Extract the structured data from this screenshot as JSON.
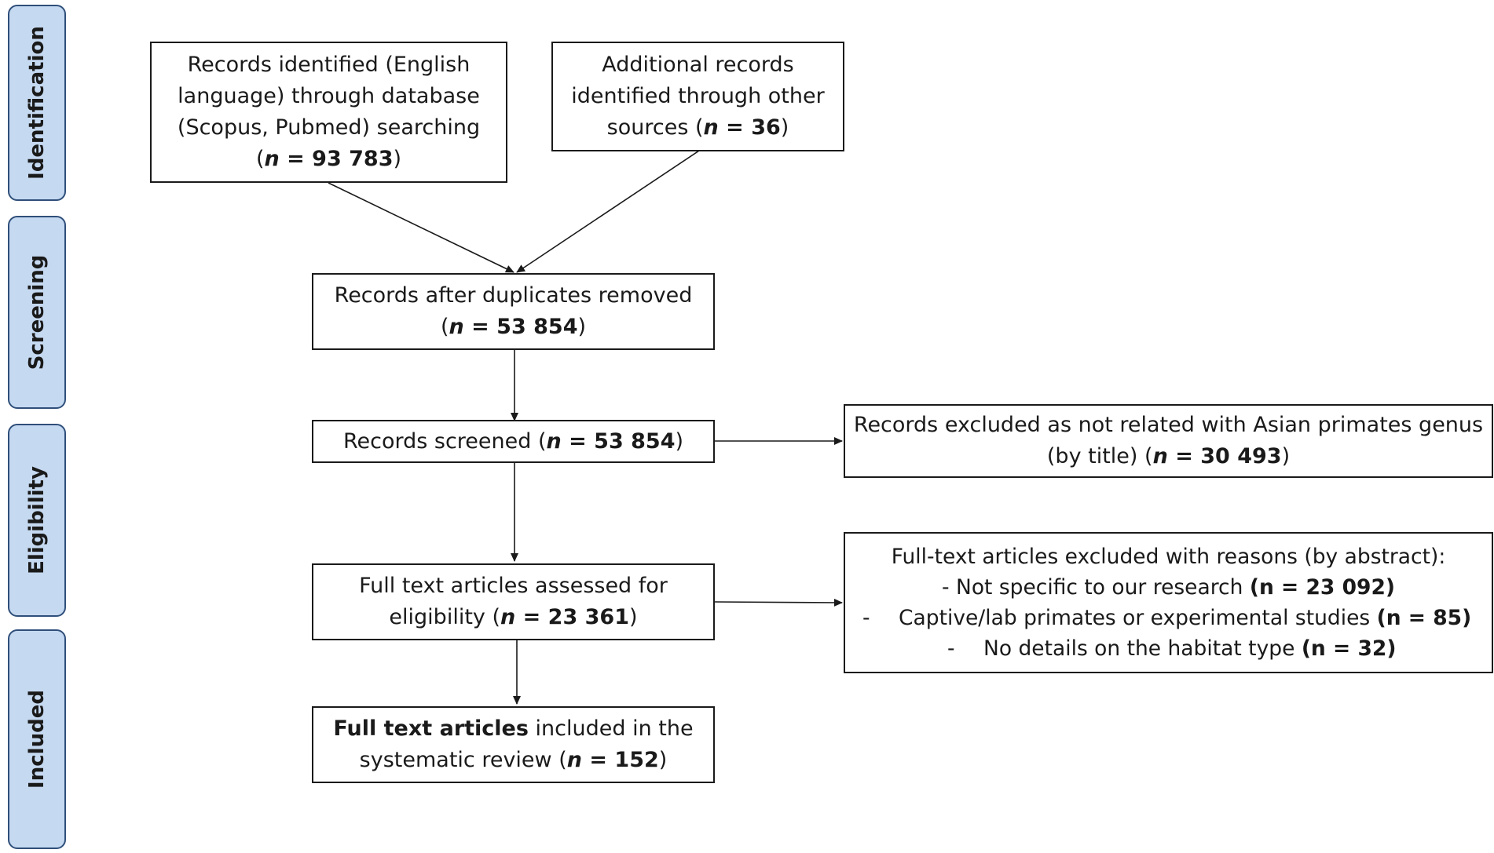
{
  "stages": {
    "identification": "Identification",
    "screening": "Screening",
    "eligibility": "Eligibility",
    "included": "Included"
  },
  "boxes": {
    "db_search": {
      "line1": "Records identified (English",
      "line2": "language) through database",
      "line3": "(Scopus, Pubmed) searching",
      "n_prefix": "(",
      "n_var": "n",
      "n_eq": " = 93 783",
      "n_suffix": ")"
    },
    "other_sources": {
      "line1": "Additional records",
      "line2": "identified through other",
      "line3_prefix": "sources (",
      "n_var": "n",
      "n_eq": " = 36",
      "n_suffix": ")"
    },
    "dup_removed": {
      "line1": "Records after duplicates removed",
      "n_prefix": "(",
      "n_var": "n",
      "n_eq": " = 53 854",
      "n_suffix": ")"
    },
    "screened": {
      "prefix": "Records screened (",
      "n_var": "n",
      "n_eq": " = 53 854",
      "n_suffix": ")"
    },
    "excluded_title": {
      "line1": "Records excluded as not related with Asian primates genus",
      "line2_prefix": "(by title) (",
      "n_var": "n",
      "n_eq": " = 30 493",
      "n_suffix": ")"
    },
    "fulltext_assessed": {
      "line1": "Full text articles assessed for",
      "line2_prefix": "eligibility (",
      "n_var": "n",
      "n_eq": " = 23 361",
      "n_suffix": ")"
    },
    "excluded_abstract": {
      "line1": "Full-text articles excluded with reasons (by abstract):",
      "reason1_dash": "- ",
      "reason1_text": "Not specific to our research ",
      "reason1_n": "(n = 23 092)",
      "reason2_dash": "-",
      "reason2_text": "Captive/lab primates or experimental studies ",
      "reason2_n": "(n = 85)",
      "reason3_dash": "-",
      "reason3_text": "No details on the habitat type ",
      "reason3_n": "(n = 32)"
    },
    "included_final": {
      "bold_part": "Full text articles",
      "line1_rest": " included in the",
      "line2_prefix": "systematic review (",
      "n_var": "n",
      "n_eq": " = 152",
      "n_suffix": ")"
    }
  },
  "colors": {
    "stage_fill": "#c5d9f1",
    "stage_border": "#2f4f7a",
    "box_border": "#1a1a1a",
    "arrow": "#1a1a1a"
  }
}
